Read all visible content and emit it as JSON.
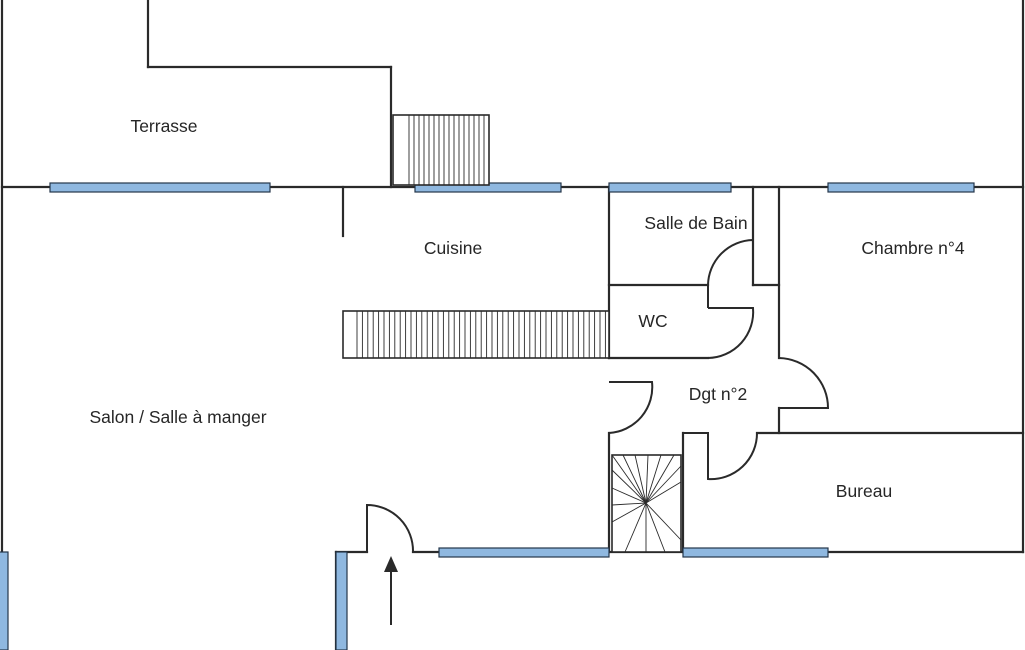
{
  "rooms": {
    "terrasse": "Terrasse",
    "cuisine": "Cuisine",
    "salle_de_bain": "Salle de Bain",
    "chambre4": "Chambre n°4",
    "wc": "WC",
    "degagement2": "Dgt n°2",
    "salon": "Salon / Salle à manger",
    "bureau": "Bureau"
  },
  "colors": {
    "wall": "#2a2a2a",
    "window_fill": "#8fb8e0",
    "window_stroke": "#24364a",
    "background": "#ffffff"
  },
  "icons": {
    "entrance": "arrow-up-icon"
  }
}
